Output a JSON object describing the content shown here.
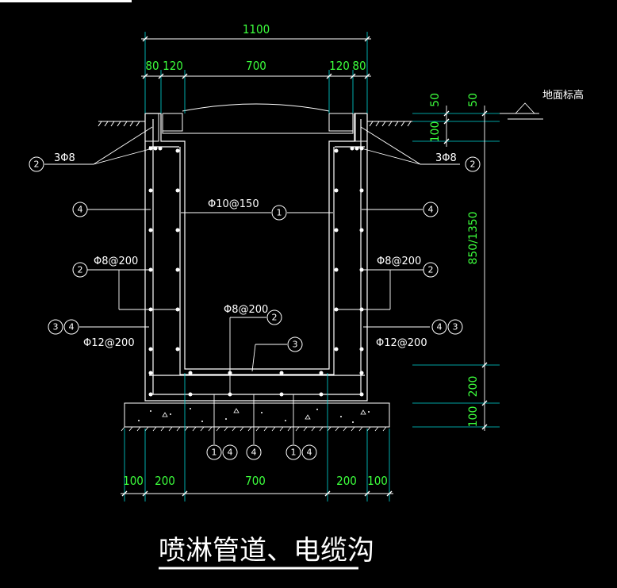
{
  "title": "喷淋管道、电缆沟",
  "ground_label": "地面标高",
  "top_dims": {
    "overall": "1100",
    "parts": [
      "80",
      "120",
      "700",
      "120",
      "80"
    ]
  },
  "bottom_dims": [
    "100",
    "200",
    "700",
    "200",
    "100"
  ],
  "right_dims": {
    "top_a": "50",
    "top_b": "50",
    "curb": "100",
    "depth": "850/1350",
    "slab": "200",
    "base": "100"
  },
  "rebar_labels": {
    "top_left": "3Φ8",
    "top_right": "3Φ8",
    "stirrup": "Φ10@150",
    "wall_left": "Φ8@200",
    "wall_right": "Φ8@200",
    "floor": "Φ8@200",
    "main_left": "Φ12@200",
    "main_right": "Φ12@200"
  },
  "markers": {
    "m1": "1",
    "m2": "2",
    "m3": "3",
    "m4": "4"
  },
  "colors": {
    "background": "#000000",
    "dimension": "#3cff3c",
    "concrete": "#ffffff",
    "leader": "#ffffff",
    "extension": "#00d7d7"
  }
}
